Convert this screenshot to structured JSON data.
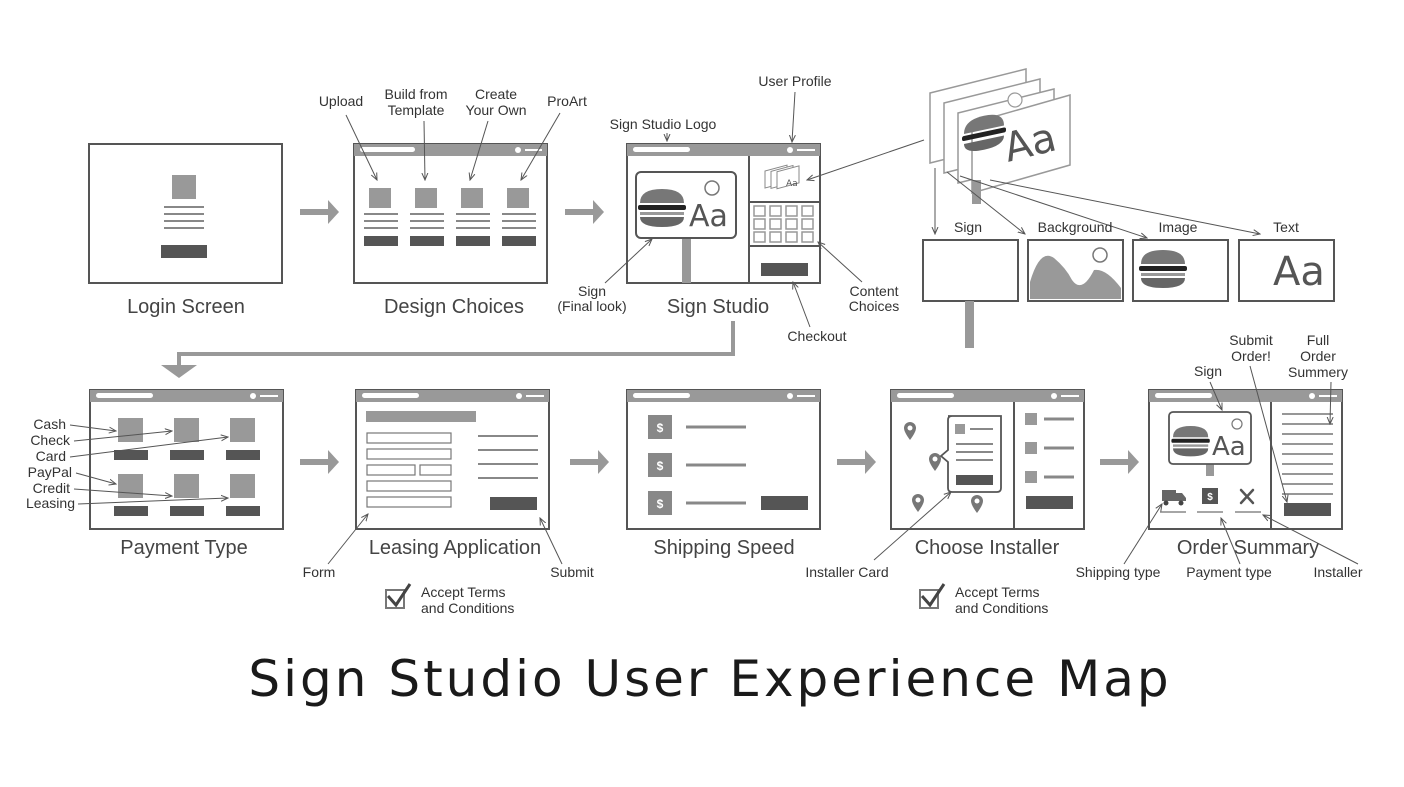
{
  "title": "Sign Studio User Experience Map",
  "screens": {
    "login": "Login Screen",
    "design": "Design Choices",
    "studio": "Sign Studio",
    "payment": "Payment Type",
    "leasing": "Leasing Application",
    "shipping": "Shipping Speed",
    "installer": "Choose Installer",
    "order": "Order Summary"
  },
  "design_labels": {
    "upload": "Upload",
    "build1": "Build from",
    "build2": "Template",
    "create1": "Create",
    "create2": "Your Own",
    "proart": "ProArt"
  },
  "studio_labels": {
    "logo": "Sign Studio Logo",
    "profile": "User Profile",
    "sign1": "Sign",
    "sign2": "(Final look)",
    "content1": "Content",
    "content2": "Choices",
    "checkout": "Checkout"
  },
  "layers": {
    "sign": "Sign",
    "background": "Background",
    "image": "Image",
    "text": "Text",
    "glyph": "Aa"
  },
  "payment_options": [
    "Cash",
    "Check",
    "Card",
    "PayPal",
    "Credit",
    "Leasing"
  ],
  "leasing_labels": {
    "form": "Form",
    "submit": "Submit",
    "accept1": "Accept Terms",
    "accept2": "and Conditions"
  },
  "shipping_icon": "$",
  "installer_labels": {
    "card": "Installer Card",
    "accept1": "Accept Terms",
    "accept2": "and Conditions"
  },
  "order_labels": {
    "sign": "Sign",
    "submit1": "Submit",
    "submit2": "Order!",
    "full1": "Full",
    "full2": "Order",
    "full3": "Summery",
    "shipping_type": "Shipping type",
    "payment_type": "Payment type",
    "installer": "Installer",
    "dollar": "$"
  },
  "colors": {
    "ink": "#555555",
    "fill": "#999999",
    "dark": "#555555",
    "title": "#1a1a1a"
  }
}
